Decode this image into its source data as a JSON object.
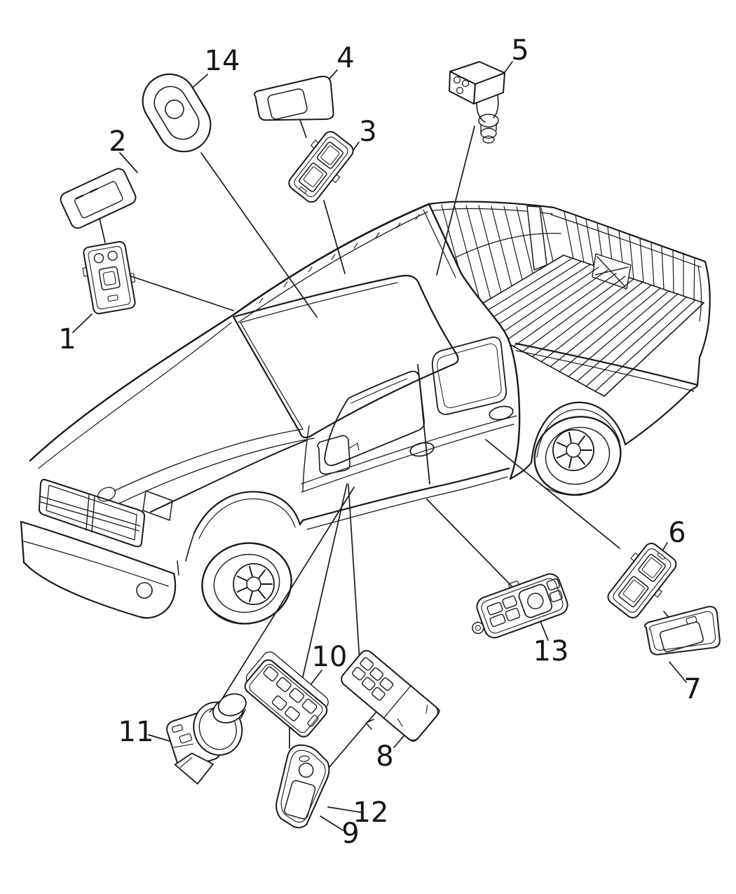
{
  "diagram": {
    "type": "vehicle-parts-diagram",
    "background": "#ffffff",
    "line_color": "#1a1a1a",
    "vehicle": "pickup-truck-quad-cab",
    "callouts": [
      {
        "label": "1"
      },
      {
        "label": "2"
      },
      {
        "label": "3"
      },
      {
        "label": "4"
      },
      {
        "label": "5"
      },
      {
        "label": "6"
      },
      {
        "label": "7"
      },
      {
        "label": "8"
      },
      {
        "label": "9"
      },
      {
        "label": "10"
      },
      {
        "label": "11"
      },
      {
        "label": "12"
      },
      {
        "label": "13"
      },
      {
        "label": "14"
      }
    ]
  }
}
